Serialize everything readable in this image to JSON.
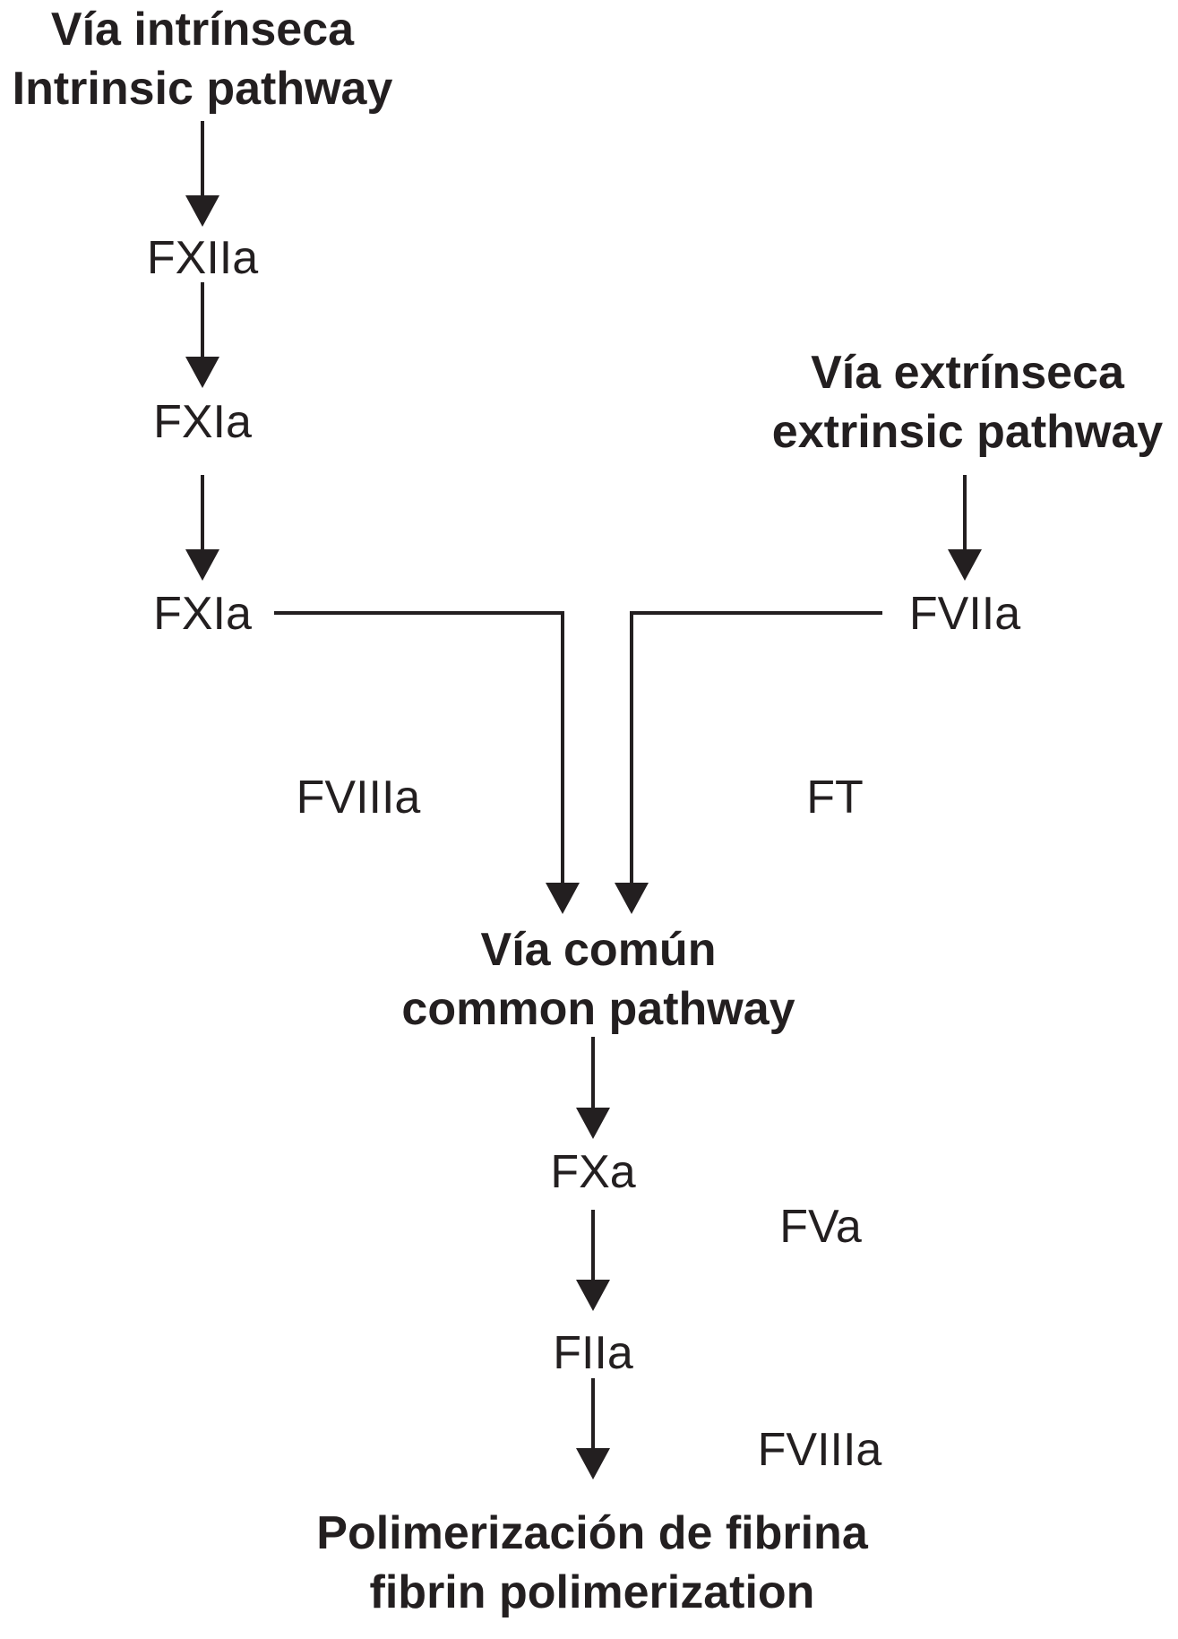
{
  "intrinsic": {
    "title_es": "Vía intrínseca",
    "title_en": "Intrinsic pathway",
    "factors": [
      "FXIIa",
      "FXIa",
      "FXIa"
    ]
  },
  "extrinsic": {
    "title_es": "Vía extrínseca",
    "title_en": "extrinsic pathway",
    "factor": "FVIIa"
  },
  "cofactors": {
    "intrinsic": "FVIIIa",
    "extrinsic": "FT",
    "common_1": "FVa",
    "common_2": "FVIIIa"
  },
  "common": {
    "title_es": "Vía común",
    "title_en": "common pathway",
    "factors": [
      "FXa",
      "FIIa"
    ]
  },
  "result": {
    "title_es": "Polimerización de fibrina",
    "title_en": "fibrin polimerization"
  },
  "colors": {
    "ink": "#231f20",
    "background": "#ffffff"
  }
}
